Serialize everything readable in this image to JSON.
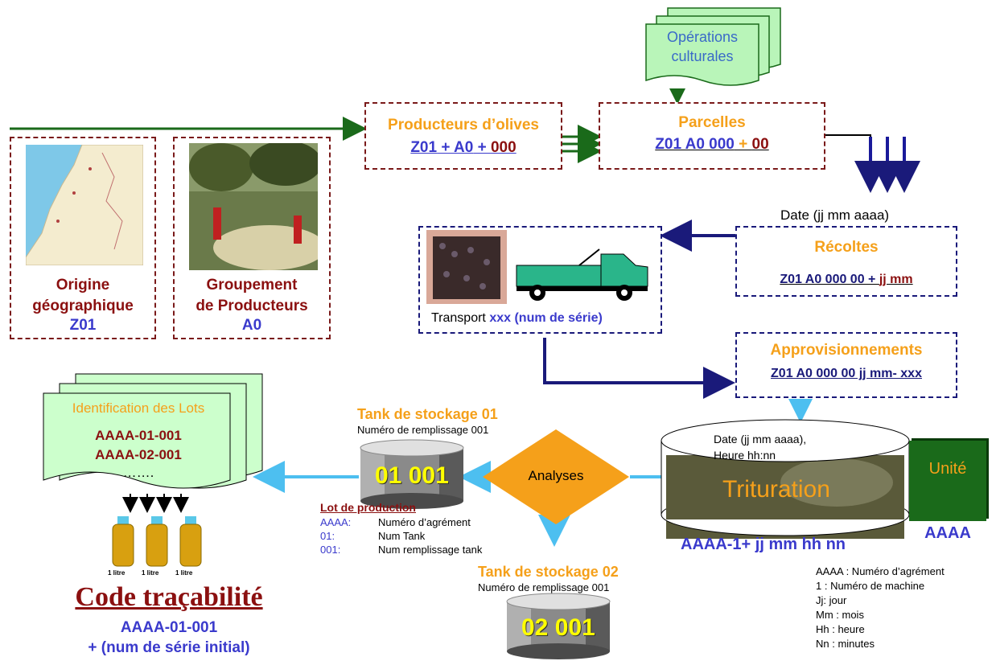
{
  "operations": "Opérations culturales",
  "producteurs": {
    "title": "Producteurs d’olives",
    "code": [
      "Z01",
      " + ",
      "A0",
      " + ",
      "000"
    ]
  },
  "parcelles": {
    "title": "Parcelles",
    "code": [
      "Z01 A0 000",
      " + ",
      "00"
    ]
  },
  "origine": {
    "line1": "Origine",
    "line2": "géographique",
    "code": "Z01"
  },
  "groupement": {
    "line1": "Groupement",
    "line2": "de Producteurs",
    "code": "A0"
  },
  "date_recolte": "Date (jj mm aaaa)",
  "recoltes": {
    "title": "Récoltes",
    "code": [
      "Z01 A0 000 00 + ",
      "jj mm"
    ]
  },
  "transport": {
    "label": "Transport ",
    "code": "xxx (num de série)"
  },
  "approvisionnements": {
    "title": "Approvisionnements",
    "code": "Z01 A0 000 00 jj mm- xxx"
  },
  "identification": {
    "title": "Identification des Lots",
    "lot1": "AAAA-01-001",
    "lot2": "AAAA-02-001",
    "dots": "……."
  },
  "tank1": {
    "title": "Tank de stockage 01",
    "sub": "Numéro de remplissage 001",
    "label": "01 001"
  },
  "tank2": {
    "title": "Tank de stockage 02",
    "sub": "Numéro de remplissage 001",
    "label": "02 001"
  },
  "analyses": "Analyses",
  "trituration": {
    "date": "Date (jj mm aaaa),",
    "heure": "Heure hh:nn",
    "label": "Trituration",
    "code": "AAAA-1+ jj mm hh nn"
  },
  "unite": {
    "label": "Unité",
    "code": "AAAA"
  },
  "lot_production": {
    "title": "Lot de production",
    "rows": [
      {
        "k": "AAAA:",
        "v": "Numéro d’agrément"
      },
      {
        "k": "01:",
        "v": "Num Tank"
      },
      {
        "k": "001:",
        "v": "Num remplissage tank"
      }
    ]
  },
  "legend": [
    "AAAA : Numéro d’agrément",
    "1 : Numéro de machine",
    "Jj: jour",
    "Mm : mois",
    "Hh : heure",
    "Nn : minutes"
  ],
  "bottles": [
    "1 litre",
    "1 litre",
    "1 litre"
  ],
  "code_tracabilite": {
    "title": "Code traçabilité",
    "line1": "AAAA-01-001",
    "line2": "+ (num de série initial)"
  },
  "colors": {
    "dark_red": "#8b1010",
    "blue": "#3a3acc",
    "orange": "#f5a01a",
    "navy": "#1a1a7a",
    "green": "#1a6a1a",
    "light_blue": "#4dbff0"
  }
}
